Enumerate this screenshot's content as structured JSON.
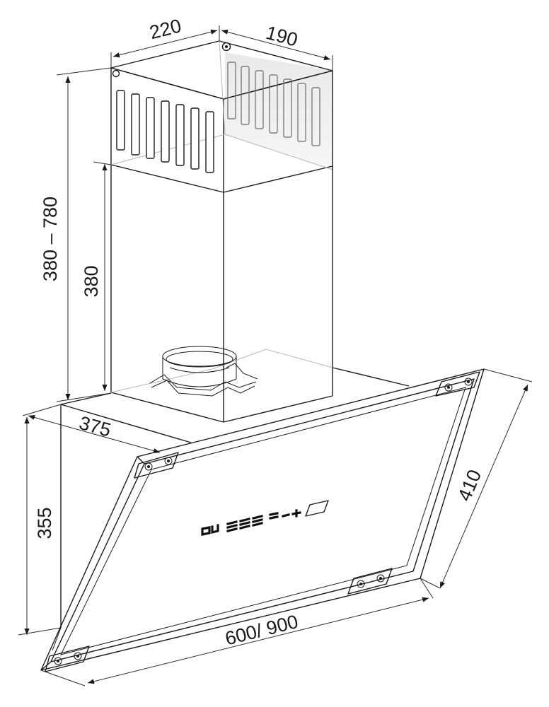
{
  "dimensions": {
    "chimney_width": "220",
    "chimney_depth": "190",
    "chimney_height_range": "380 – 780",
    "chimney_lower_height": "380",
    "hood_depth": "375",
    "hood_height": "355",
    "panel_width": "410",
    "hood_width": "600/ 900"
  }
}
